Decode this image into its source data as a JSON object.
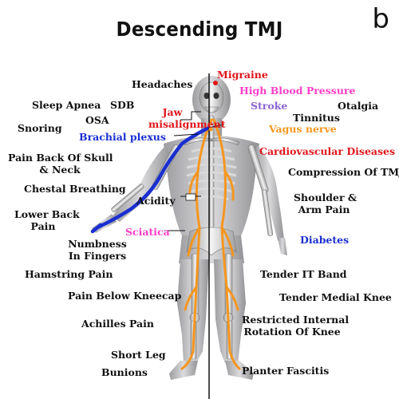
{
  "title": "Descending TMJ",
  "panel_letter": "b",
  "colors": {
    "red": "#e0161b",
    "pink": "#ff3ec8",
    "purple": "#8a63d2",
    "orange": "#f5961f",
    "blue": "#1a2fd0",
    "black": "#111111"
  },
  "labels": {
    "migraine": "Migraine",
    "high_blood_pressure": "High Blood Pressure",
    "stroke": "Stroke",
    "tinnitus": "Tinnitus",
    "otalgia": "Otalgia",
    "vagus_nerve": "Vagus nerve",
    "cardiovascular_diseases": "Cardiovascular Diseases",
    "compression_of_tmj": "Compression Of TMJ",
    "shoulder_arm_pain_1": "Shoulder &",
    "shoulder_arm_pain_2": "Arm Pain",
    "diabetes": "Diabetes",
    "tender_it_band": "Tender IT Band",
    "tender_medial_knee": "Tender Medial Knee",
    "restricted_rotation_1": "Restricted Internal",
    "restricted_rotation_2": "Rotation Of Knee",
    "planter_fascitis": "Planter Fascitis",
    "headaches": "Headaches",
    "sleep_apnea": "Sleep Apnea",
    "sdb": "SDB",
    "osa": "OSA",
    "snoring": "Snoring",
    "jaw_misalignment_1": "Jaw",
    "jaw_misalignment_2": "misalignment",
    "brachial_plexus": "Brachial plexus",
    "pain_back_of_skull_1": "Pain Back Of Skull",
    "pain_back_of_skull_2": "& Neck",
    "chestal_breathing": "Chestal Breathing",
    "acidity": "Acidity",
    "lower_back_pain_1": "Lower Back",
    "lower_back_pain_2": "Pain",
    "sciatica": "Sciatica",
    "numbness_1": "Numbness",
    "numbness_2": "In Fingers",
    "hamstring_pain": "Hamstring Pain",
    "pain_below_kneecap": "Pain Below Kneecap",
    "achilles_pain": "Achilles Pain",
    "short_leg": "Short Leg",
    "bunions": "Bunions"
  }
}
